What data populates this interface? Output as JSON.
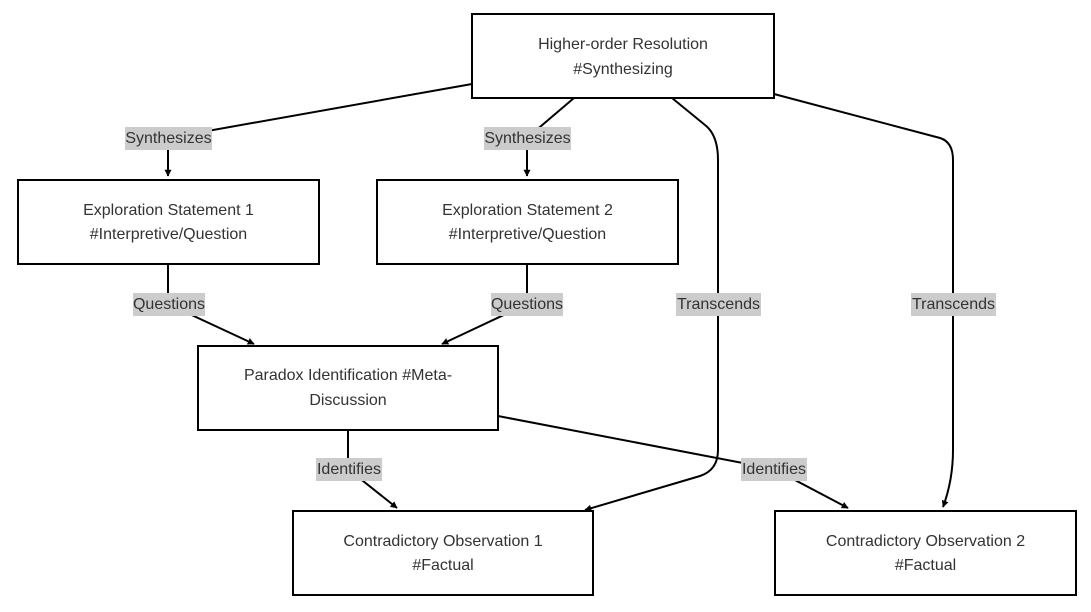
{
  "nodes": {
    "resolution": {
      "line1": "Higher-order Resolution",
      "line2": "#Synthesizing"
    },
    "exploration1": {
      "line1": "Exploration Statement 1",
      "line2": "#Interpretive/Question"
    },
    "exploration2": {
      "line1": "Exploration Statement 2",
      "line2": "#Interpretive/Question"
    },
    "paradox": {
      "line1": "Paradox Identification #Meta-",
      "line2": "Discussion"
    },
    "observation1": {
      "line1": "Contradictory Observation 1",
      "line2": "#Factual"
    },
    "observation2": {
      "line1": "Contradictory Observation 2",
      "line2": "#Factual"
    }
  },
  "edges": {
    "synthesizes1": "Synthesizes",
    "synthesizes2": "Synthesizes",
    "questions1": "Questions",
    "questions2": "Questions",
    "transcends1": "Transcends",
    "transcends2": "Transcends",
    "identifies1": "Identifies",
    "identifies2": "Identifies"
  },
  "colors": {
    "node_border": "#000000",
    "node_fill": "#ffffff",
    "edge": "#000000",
    "label_bg": "#cccccc",
    "text": "#333333"
  }
}
